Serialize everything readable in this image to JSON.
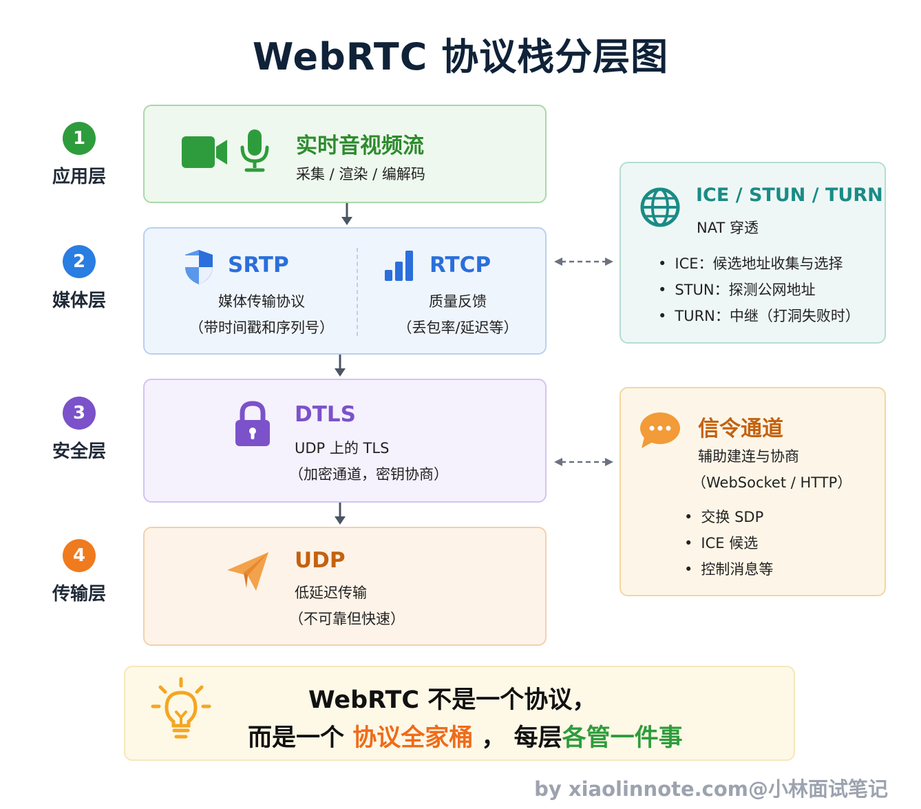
{
  "title": "WebRTC 协议栈分层图",
  "layers": [
    {
      "num": "1",
      "label": "应用层",
      "color": "#2e9c3c"
    },
    {
      "num": "2",
      "label": "媒体层",
      "color": "#2a7de1"
    },
    {
      "num": "3",
      "label": "安全层",
      "color": "#7b52c9"
    },
    {
      "num": "4",
      "label": "传输层",
      "color": "#f07a1e"
    }
  ],
  "app": {
    "title": "实时音视频流",
    "subtitle": "采集 / 渲染 / 编解码",
    "icons": [
      "video-camera-icon",
      "microphone-icon"
    ],
    "color": "#2e8b2e"
  },
  "media": {
    "srtp": {
      "title": "SRTP",
      "line1": "媒体传输协议",
      "line2": "（带时间戳和序列号）",
      "icon": "shield-icon"
    },
    "rtcp": {
      "title": "RTCP",
      "line1": "质量反馈",
      "line2": "（丢包率/延迟等）",
      "icon": "bar-chart-icon"
    },
    "color": "#2a6fdb"
  },
  "security": {
    "title": "DTLS",
    "line1": "UDP 上的 TLS",
    "line2": "（加密通道，密钥协商）",
    "icon": "lock-icon",
    "color": "#7b52c9"
  },
  "transport": {
    "title": "UDP",
    "line1": "低延迟传输",
    "line2": "（不可靠但快速）",
    "icon": "paper-plane-icon",
    "color": "#c4620f"
  },
  "ice": {
    "title": "ICE / STUN / TURN",
    "subtitle": "NAT 穿透",
    "bullets": [
      "ICE：候选地址收集与选择",
      "STUN：探测公网地址",
      "TURN：中继（打洞失败时）"
    ],
    "icon": "globe-icon",
    "color": "#1a8b86"
  },
  "signaling": {
    "title": "信令通道",
    "line1": "辅助建连与协商",
    "line2": "（WebSocket / HTTP）",
    "bullets": [
      "交换 SDP",
      "ICE 候选",
      "控制消息等"
    ],
    "icon": "chat-bubble-icon",
    "color": "#c4620f"
  },
  "note": {
    "line1": "WebRTC 不是一个协议，",
    "line2_a": "而是一个",
    "line2_b": "协议全家桶",
    "line2_c": "，",
    "line2_d": "每层",
    "line2_e": "各管一件事",
    "icon": "lightbulb-icon"
  },
  "footer": "by xiaolinnote.com@小林面试笔记"
}
